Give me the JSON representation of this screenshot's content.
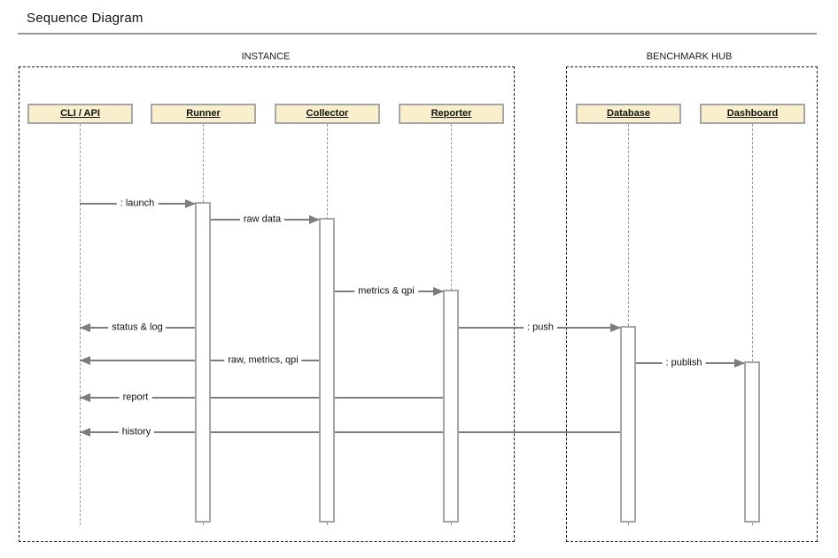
{
  "page": {
    "title": "Sequence Diagram"
  },
  "frames": [
    {
      "label": "INSTANCE"
    },
    {
      "label": "BENCHMARK HUB"
    }
  ],
  "actors": [
    {
      "label": "CLI / API"
    },
    {
      "label": "Runner"
    },
    {
      "label": "Collector"
    },
    {
      "label": "Reporter"
    },
    {
      "label": "Database"
    },
    {
      "label": "Dashboard"
    }
  ],
  "messages": [
    {
      "label": ": launch",
      "from": "CLI / API",
      "to": "Runner",
      "direction": "right"
    },
    {
      "label": "raw data",
      "from": "Runner",
      "to": "Collector",
      "direction": "right"
    },
    {
      "label": "metrics & qpi",
      "from": "Collector",
      "to": "Reporter",
      "direction": "right"
    },
    {
      "label": "status & log",
      "from": "Runner",
      "to": "CLI / API",
      "direction": "left"
    },
    {
      "label": ": push",
      "from": "Reporter",
      "to": "Database",
      "direction": "right"
    },
    {
      "label": "raw, metrics, qpi",
      "from": "Collector",
      "to": "CLI / API",
      "direction": "left"
    },
    {
      "label": ": publish",
      "from": "Database",
      "to": "Dashboard",
      "direction": "right"
    },
    {
      "label": "report",
      "from": "Reporter",
      "to": "CLI / API",
      "direction": "left"
    },
    {
      "label": "history",
      "from": "Database",
      "to": "CLI / API",
      "direction": "left"
    }
  ],
  "colors": {
    "actor_fill": "#faefcc",
    "actor_border": "#a6a6a6",
    "message_line": "#7d7d7d",
    "lifeline": "#9a9a9a",
    "frame_border": "#1a1a1a",
    "title_rule": "#9a9a9a"
  }
}
